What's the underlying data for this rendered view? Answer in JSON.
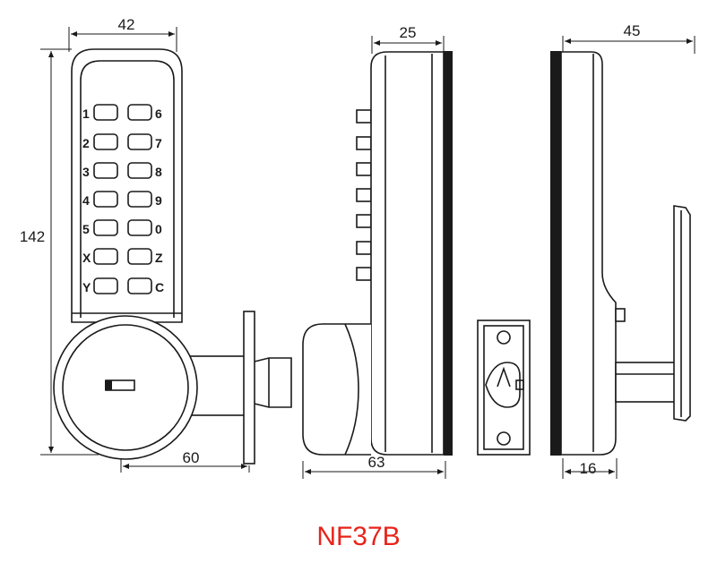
{
  "model": {
    "label": "NF37B",
    "color": "#e8231a"
  },
  "dimensions": {
    "front_width": "42",
    "front_height": "142",
    "front_projection": "60",
    "side_depth": "25",
    "side_total": "63",
    "back_width": "45",
    "back_small": "16"
  },
  "keypad": {
    "left": [
      "1",
      "2",
      "3",
      "4",
      "5",
      "X",
      "Y"
    ],
    "right": [
      "6",
      "7",
      "8",
      "9",
      "0",
      "Z",
      "C"
    ]
  }
}
